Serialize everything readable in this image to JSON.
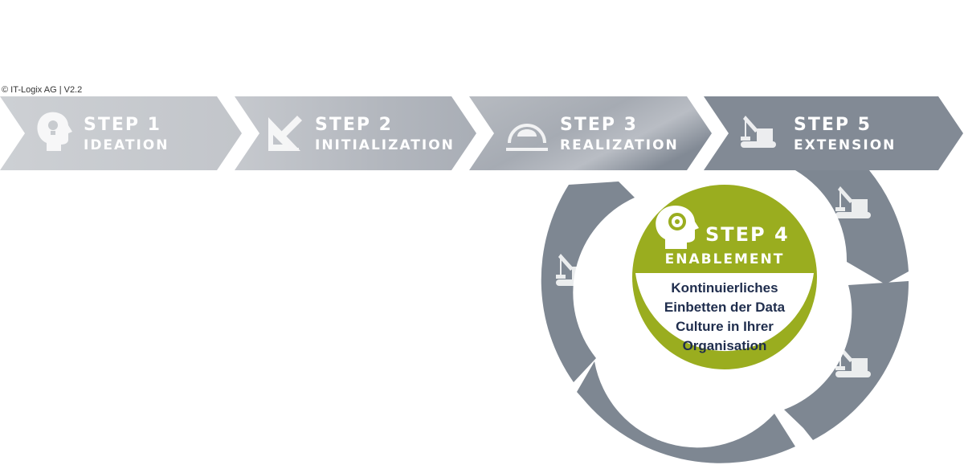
{
  "copyright": "© IT-Logix AG | V2.2",
  "steps": [
    {
      "number": "STEP 1",
      "name": "IDEATION",
      "icon": "head-lightbulb-icon"
    },
    {
      "number": "STEP 2",
      "name": "INITIALIZATION",
      "icon": "ruler-pencil-icon"
    },
    {
      "number": "STEP 3",
      "name": "REALIZATION",
      "icon": "hardhat-gauge-icon"
    },
    {
      "number": "STEP 5",
      "name": "EXTENSION",
      "icon": "crane-icon"
    }
  ],
  "center": {
    "number": "STEP 4",
    "name": "ENABLEMENT",
    "icon": "head-gear-icon",
    "description": [
      "Kontinuierliches",
      "Einbetten der Data",
      "Culture in Ihrer",
      "Organisation"
    ]
  },
  "colors": {
    "arrow_light": "#c9ccd0",
    "arrow_mid": "#a9aeb6",
    "arrow_dark": "#828a95",
    "cycle": "#7e8792",
    "accent_green": "#9aad1f",
    "text_dark": "#1f2d4d"
  }
}
